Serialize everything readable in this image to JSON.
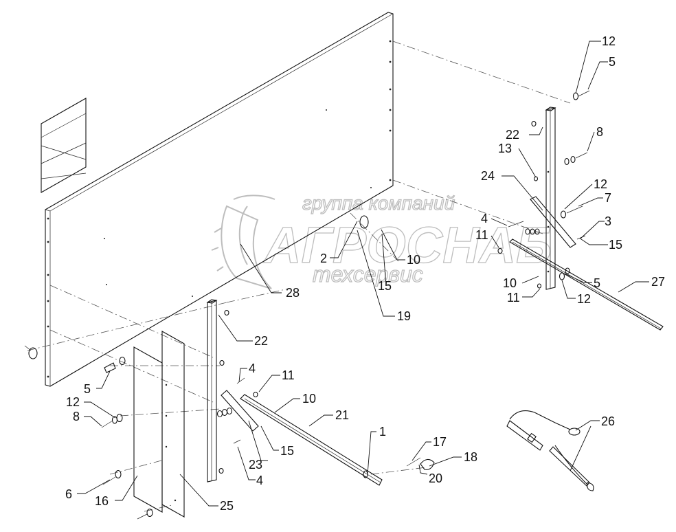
{
  "watermark": {
    "line1": "группа компаний",
    "line2": "АГРОСНАБ",
    "line3": "техсервис"
  },
  "callouts": [
    "1",
    "2",
    "3",
    "4",
    "5",
    "6",
    "7",
    "8",
    "10",
    "11",
    "12",
    "13",
    "15",
    "16",
    "17",
    "18",
    "19",
    "20",
    "21",
    "22",
    "23",
    "24",
    "25",
    "26",
    "27",
    "28"
  ]
}
